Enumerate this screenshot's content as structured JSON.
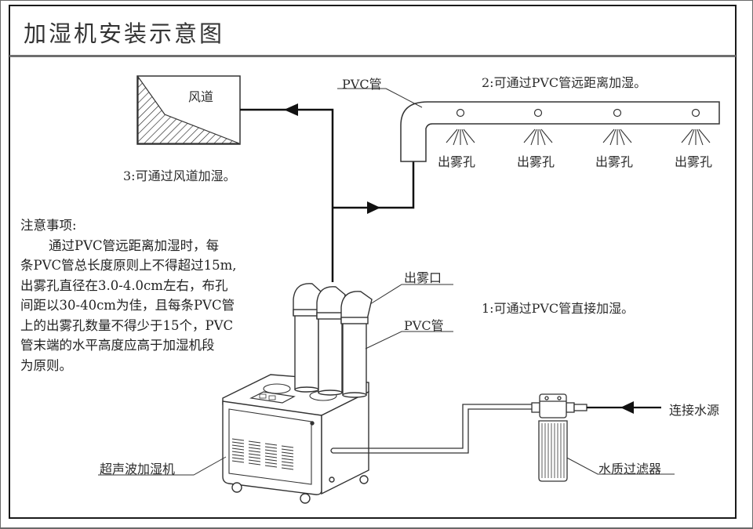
{
  "title": "加湿机安装示意图",
  "labels": {
    "air_duct": "风道",
    "option_3": "3:可通过风道加湿。",
    "pvc_pipe_top": "PVC管",
    "option_2": "2:可通过PVC管远距离加湿。",
    "mist_holes": [
      "出雾孔",
      "出雾孔",
      "出雾孔",
      "出雾孔"
    ],
    "mist_outlet": "出雾口",
    "pvc_pipe_unit": "PVC管",
    "option_1": "1:可通过PVC管直接加湿。",
    "water_source": "连接水源",
    "water_filter": "水质过滤器",
    "humidifier": "超声波加湿机"
  },
  "notes": {
    "heading": "注意事项:",
    "lines": [
      "通过PVC管远距离加湿时，每",
      "条PVC管总长度原则上不得超过15m,",
      "出雾孔直径在3.0-4.0cm左右，布孔",
      "间距以30-40cm为佳，且每条PVC管",
      "上的出雾孔数量不得少于15个，PVC",
      "管末端的水平高度应高于加湿机段",
      "为原则。"
    ]
  }
}
